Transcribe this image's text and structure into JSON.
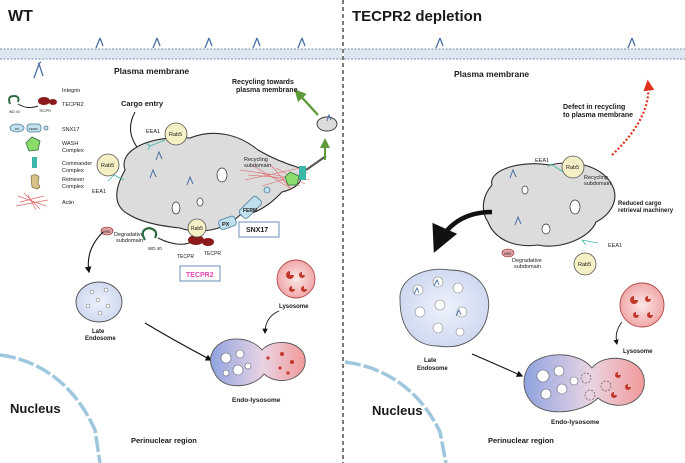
{
  "panels": {
    "left_title": "WT",
    "right_title": "TECPR2 depletion"
  },
  "membrane": {
    "label_left": "Plasma membrane",
    "label_right": "Plasma membrane"
  },
  "legend": {
    "integrin": "Integrin",
    "tecpr2": "TECPR2",
    "snx17": "SNX17",
    "wash_1": "WASH",
    "wash_2": "Complex",
    "commander_1": "Commander",
    "commander_2": "Complex",
    "retriever_1": "Retriever",
    "retriever_2": "Complex",
    "actin": "Actin",
    "wd40": "WD 40",
    "tecpr": "TECPR",
    "px": "PX",
    "ferm": "FERM"
  },
  "left": {
    "cargo_entry": "Cargo entry",
    "recycling_1": "Recycling towards",
    "recycling_2": "plasma membrane",
    "recycling_subdomain_1": "Recycling",
    "recycling_subdomain_2": "subdomain",
    "eea1_top": "EEA1",
    "eea1_left": "EEA1",
    "rab5_top": "Rab5",
    "rab5_left": "Rab5",
    "rab5_bottom": "Rab5",
    "hrs": "HRS",
    "degradative_1": "Degradative",
    "degradative_2": "subdomain",
    "wd40": "WD 40",
    "tecpr_a": "TECPR",
    "tecpr_b": "TECPR",
    "px": "PX",
    "ferm": "FERM",
    "snx17": "SNX17",
    "tecpr2_box": "TECPR2",
    "late_endosome_1": "Late",
    "late_endosome_2": "Endosome",
    "lysosome": "Lysosome",
    "endo_lysosome": "Endo-lysosome",
    "nucleus": "Nucleus",
    "perinuclear": "Perinuclear region"
  },
  "right": {
    "defect_1": "Defect in recycling",
    "defect_2": "to plasma membrane",
    "eea1_top": "EEA1",
    "rab5_top": "Rab5",
    "recycling_subdomain_1": "Recycling",
    "recycling_subdomain_2": "subdomain",
    "reduced_1": "Reduced cargo",
    "reduced_2": "retrieval machinery",
    "eea1_bottom": "EEA1",
    "rab5_bottom": "Rab5",
    "hrs": "HRS",
    "degradative_1": "Degradative",
    "degradative_2": "subdomain",
    "late_endosome_1": "Late",
    "late_endosome_2": "Endosome",
    "lysosome": "Lysosome",
    "endo_lysosome": "Endo-lysosome",
    "nucleus": "Nucleus",
    "perinuclear": "Perinuclear region"
  },
  "colors": {
    "membrane": "#b9c8dd",
    "endosome": "#dcdcdc",
    "rab5": "#f4efc4",
    "tecpr2": "#8b1a1a",
    "snx17": "#bfe0ec",
    "wash": "#8bdc6a",
    "commander": "#3bb7a8",
    "retriever": "#d8c08a",
    "actin": "#e06a6a",
    "green_arrow": "#5f9a3a",
    "red_arrow": "#e0301e",
    "late_endosome": "#dbe3f3",
    "lysosome": "#f2b9b9",
    "nucleus_line": "#9ec6dd",
    "tecpr2_label": "#e04bb3"
  }
}
